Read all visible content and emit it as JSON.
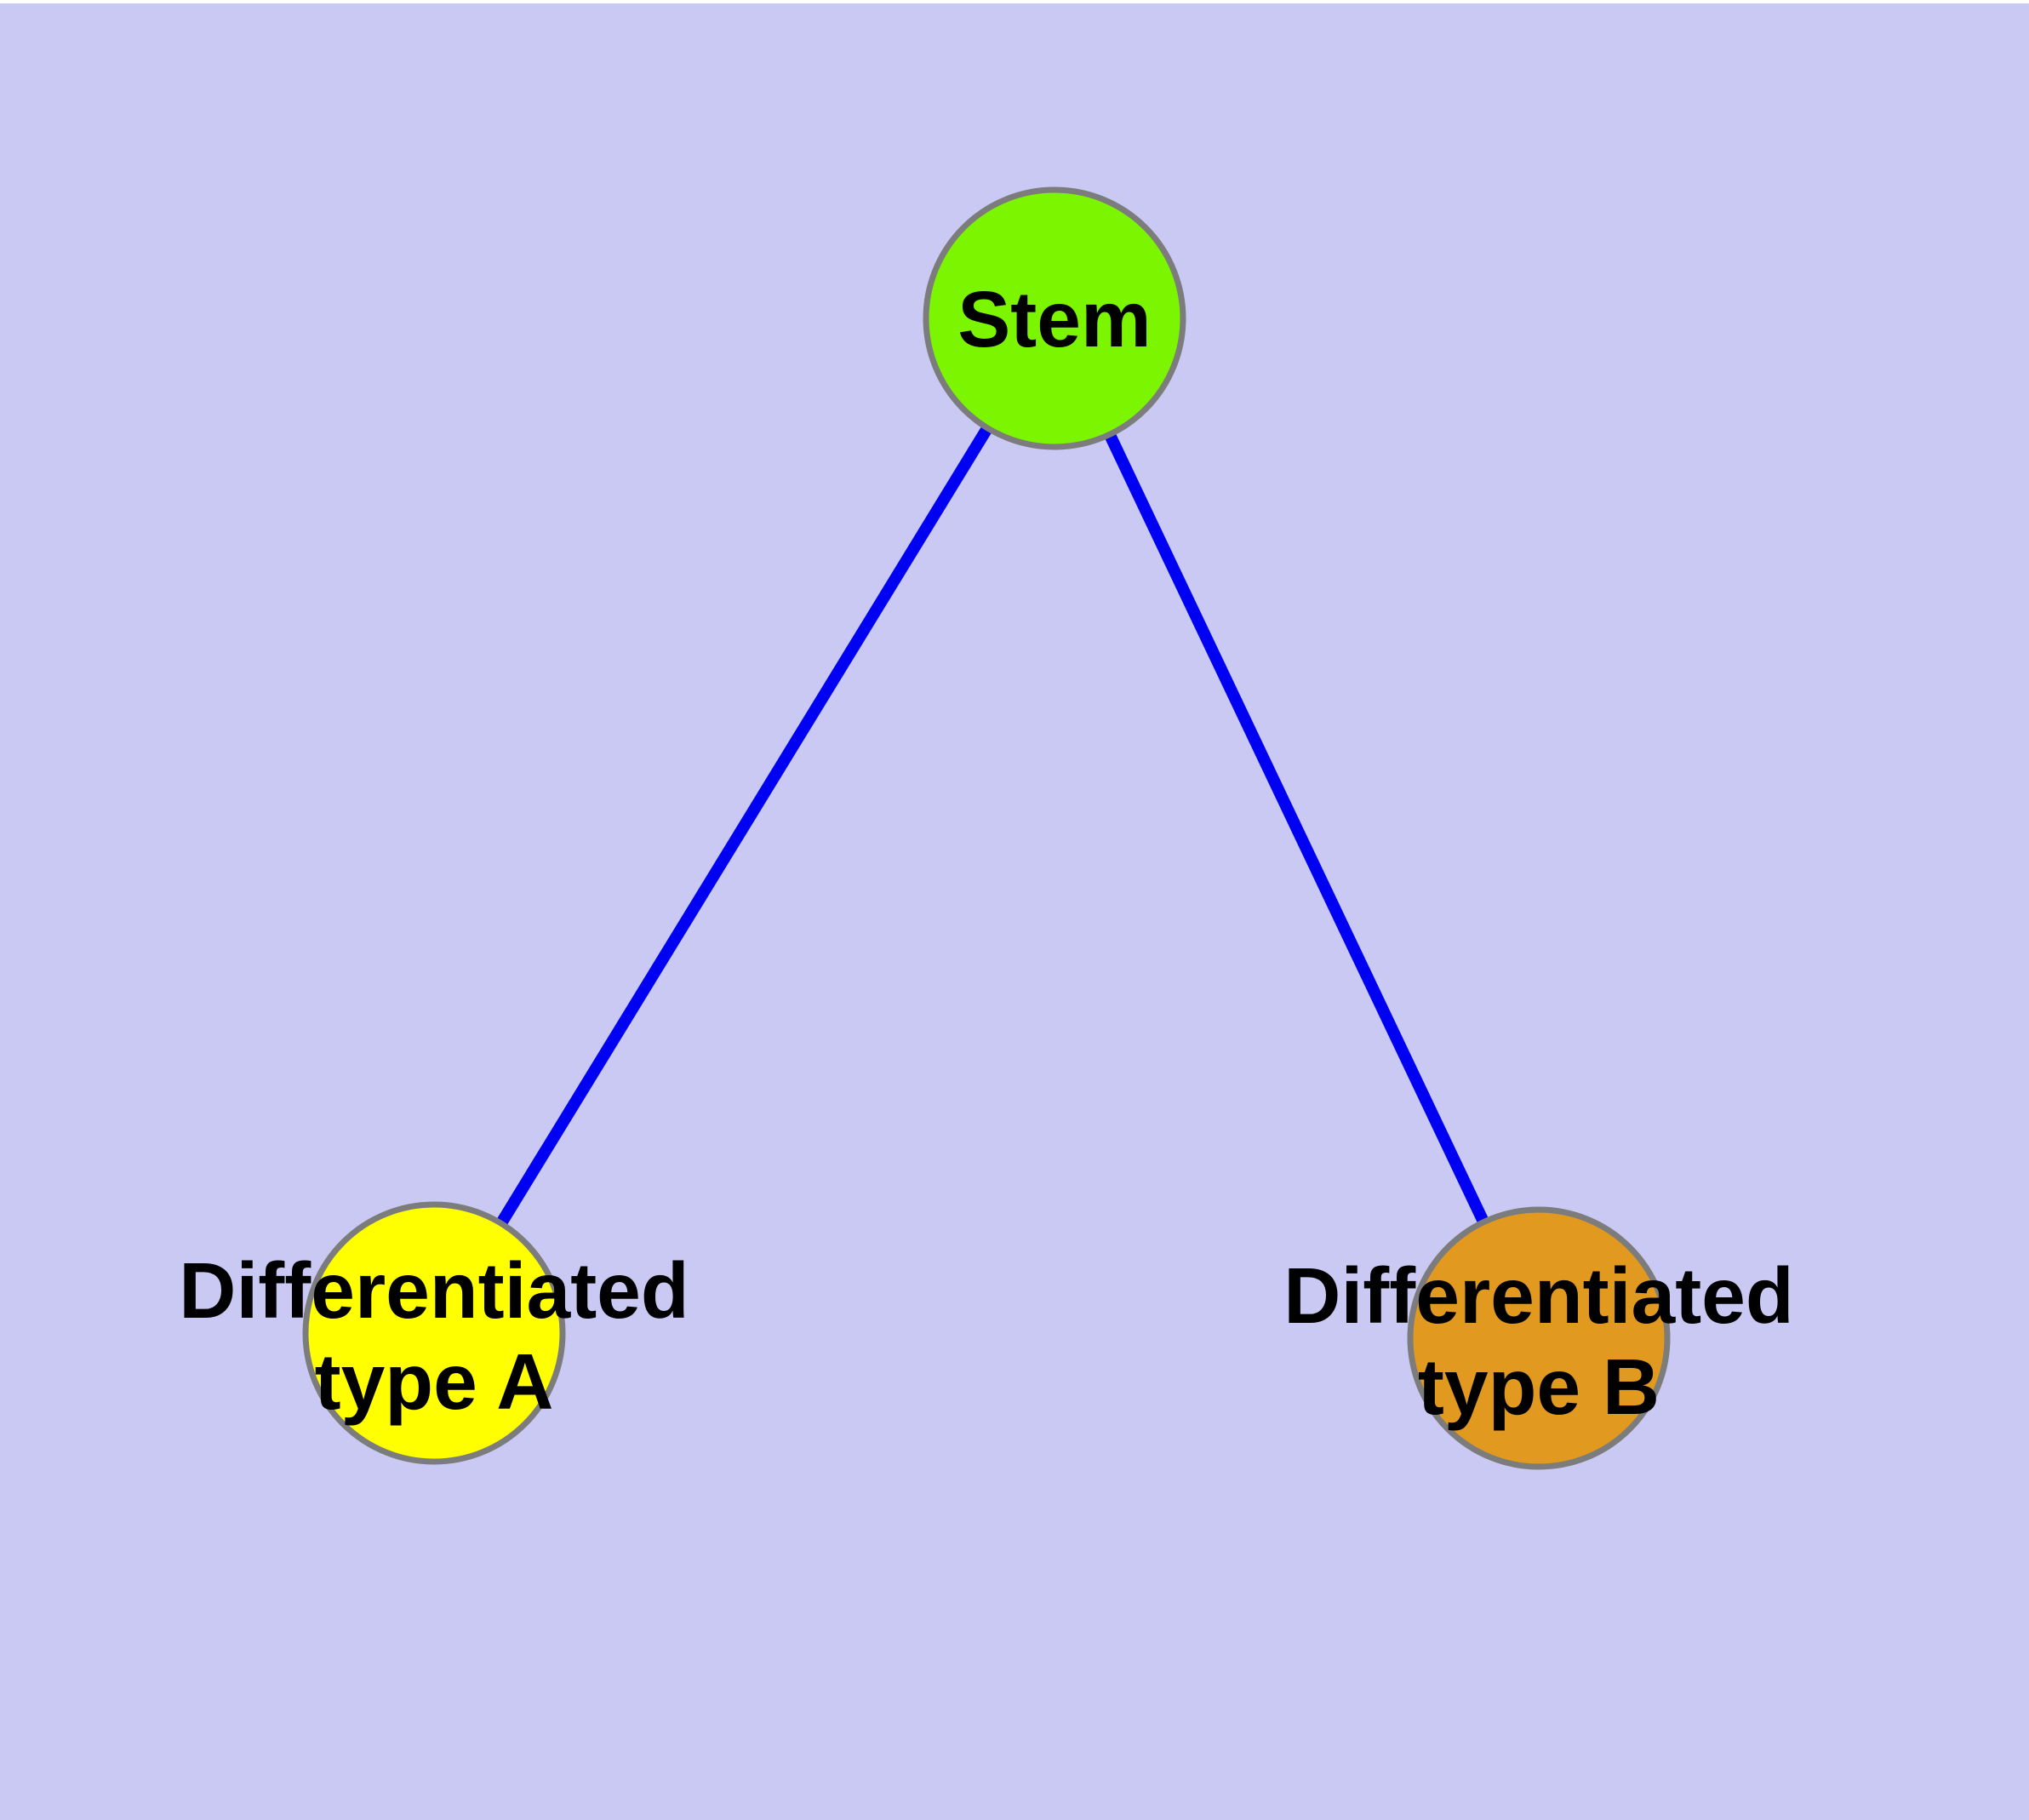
{
  "diagram": {
    "background_color": "#C9C9F4",
    "edge_color": "#0000F2",
    "node_border_color": "#7C7C7C",
    "text_color": "#000000",
    "nodes": {
      "stem": {
        "label": "Stem",
        "fill_color": "#7CF500"
      },
      "type_a": {
        "label_line1": "Differentiated",
        "label_line2": "type A",
        "fill_color": "#FFFF00"
      },
      "type_b": {
        "label_line1": "Differentiated",
        "label_line2": "type B",
        "fill_color": "#E2991F"
      }
    },
    "edges": [
      {
        "from": "Stem",
        "to": "Differentiated type A"
      },
      {
        "from": "Stem",
        "to": "Differentiated type B"
      }
    ]
  }
}
